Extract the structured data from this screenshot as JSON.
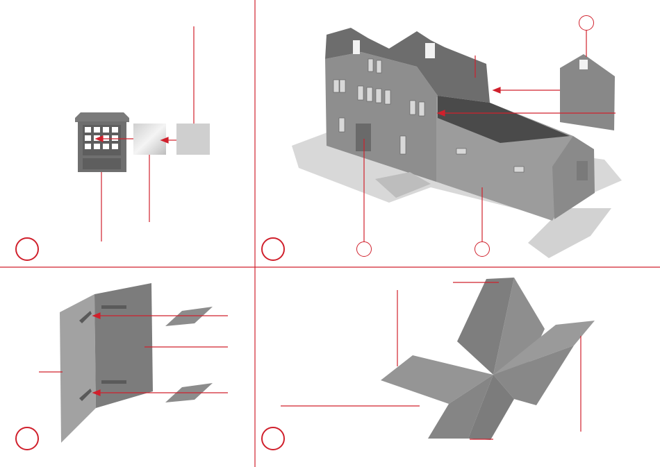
{
  "page": {
    "title": "",
    "accent_color": "#d0202c",
    "line_color": "#d0202c"
  },
  "steps": [
    {
      "id": "step-1",
      "label": ""
    },
    {
      "id": "step-2",
      "label": ""
    },
    {
      "id": "step-3",
      "label": ""
    },
    {
      "id": "step-4",
      "label": ""
    }
  ],
  "callouts": {
    "step2_right_gable": "",
    "step2_front_door": "",
    "step2_side_wall": ""
  },
  "icons": [
    "window-frame-icon",
    "glazing-sheet-icon",
    "curtain-sheet-icon",
    "building-model-icon",
    "gable-wall-icon",
    "wall-panel-icon",
    "bracket-icon",
    "roof-part-icon"
  ]
}
